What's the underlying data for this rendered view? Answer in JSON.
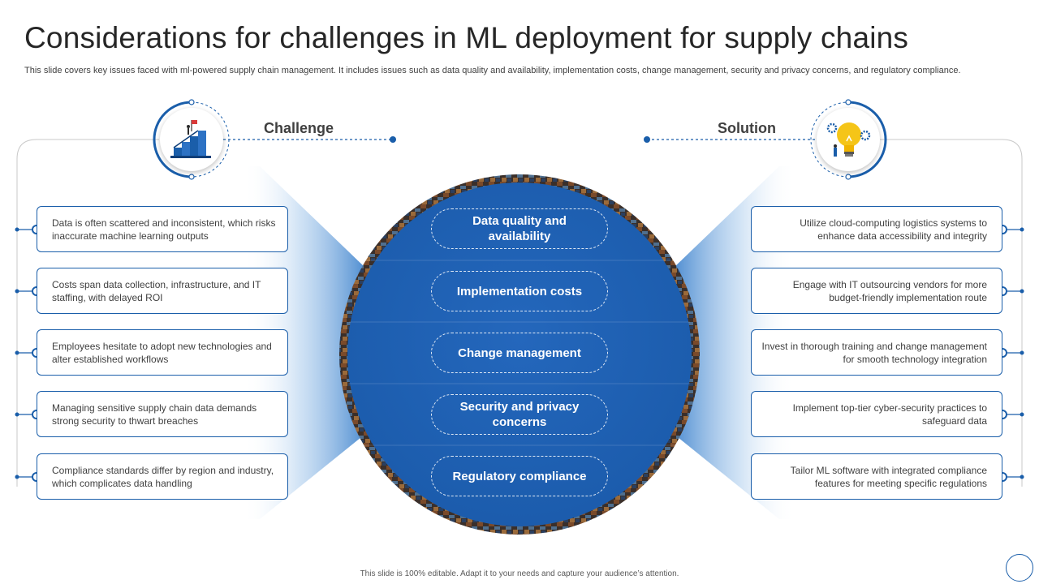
{
  "title": "Considerations for challenges in ML deployment for supply chains",
  "subtitle": "This slide covers key issues faced with ml-powered supply chain management. It includes issues such as data quality and availability, implementation costs, change management, security and privacy concerns, and regulatory compliance.",
  "left_heading": "Challenge",
  "right_heading": "Solution",
  "colors": {
    "primary_blue": "#1a5eaa",
    "ring_dark": "#2b2f38",
    "text": "#404040"
  },
  "icons": {
    "left": "staircase-flag-icon",
    "right": "lightbulb-gears-icon"
  },
  "topics": [
    "Data quality and availability",
    "Implementation costs",
    "Change management",
    "Security and privacy concerns",
    "Regulatory compliance"
  ],
  "challenges": [
    "Data is often scattered and inconsistent, which risks inaccurate machine learning outputs",
    "Costs span data collection, infrastructure, and IT staffing, with delayed ROI",
    "Employees hesitate to adopt new technologies and alter established workflows",
    "Managing sensitive supply chain data demands strong security to thwart breaches",
    "Compliance standards differ by region and industry, which complicates data handling"
  ],
  "solutions": [
    "Utilize cloud-computing logistics systems to enhance data accessibility and integrity",
    "Engage with IT outsourcing vendors for more budget-friendly implementation route",
    "Invest in thorough training and change management for smooth technology integration",
    "Implement top-tier cyber-security practices to safeguard data",
    "Tailor ML software with integrated compliance features for meeting specific regulations"
  ],
  "footer": "This slide is 100% editable. Adapt it to your needs and capture your audience’s attention."
}
